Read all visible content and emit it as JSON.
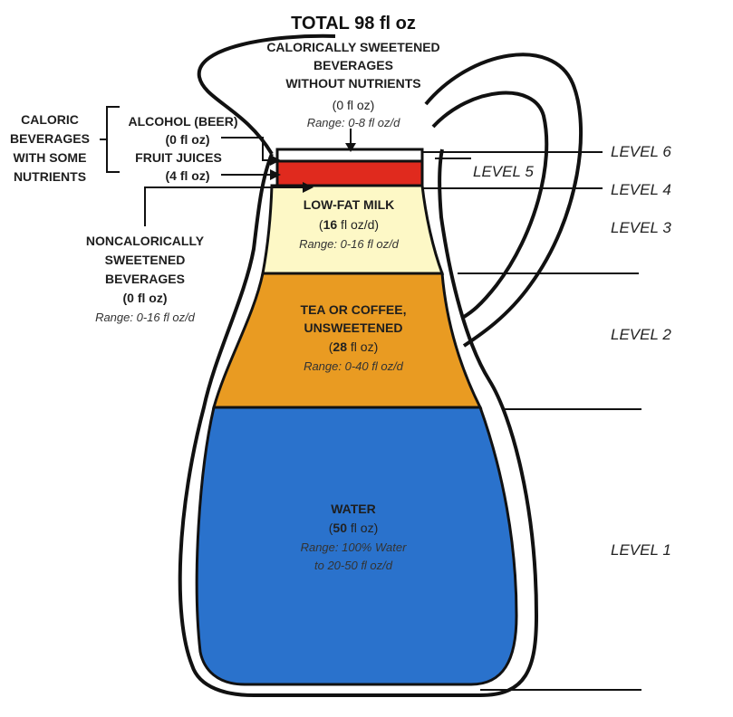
{
  "total": "TOTAL 98 fl oz",
  "sweetened": {
    "l1": "CALORICALLY SWEETENED",
    "l2": "BEVERAGES",
    "l3": "WITHOUT NUTRIENTS",
    "amount": "(0 fl oz)",
    "range": "Range: 0-8 fl oz/d"
  },
  "caloric": {
    "l1": "CALORIC",
    "l2": "BEVERAGES",
    "l3": "WITH SOME",
    "l4": "NUTRIENTS"
  },
  "alcohol": {
    "name": "ALCOHOL (BEER)",
    "amount": "(0 fl oz)"
  },
  "juice": {
    "name": "FRUIT JUICES",
    "amount": "(4 fl oz)"
  },
  "noncaloric": {
    "l1": "NONCALORICALLY",
    "l2": "SWEETENED",
    "l3": "BEVERAGES",
    "amount": "(0 fl oz)",
    "range": "Range: 0-16 fl oz/d"
  },
  "milk": {
    "name": "LOW-FAT MILK",
    "amount_pre": "(",
    "amount_num": "16",
    "amount_post": " fl oz/d)",
    "range": "Range: 0-16 fl oz/d"
  },
  "tea": {
    "l1": "TEA OR COFFEE,",
    "l2": "UNSWEETENED",
    "amount_pre": "(",
    "amount_num": "28",
    "amount_post": " fl oz)",
    "range": "Range: 0-40 fl oz/d"
  },
  "water": {
    "name": "WATER",
    "amount_pre": "(",
    "amount_num": "50",
    "amount_post": " fl oz)",
    "range1": "Range: 100% Water",
    "range2": "to 20-50 fl oz/d"
  },
  "levels": {
    "l6": "LEVEL 6",
    "l5": "LEVEL 5",
    "l4": "LEVEL 4",
    "l3": "LEVEL 3",
    "l2": "LEVEL 2",
    "l1": "LEVEL 1"
  },
  "colors": {
    "water": "#2a72cc",
    "tea": "#e99b22",
    "milk": "#fdf8c6",
    "juice": "#e02a1e",
    "outline": "#111111"
  }
}
